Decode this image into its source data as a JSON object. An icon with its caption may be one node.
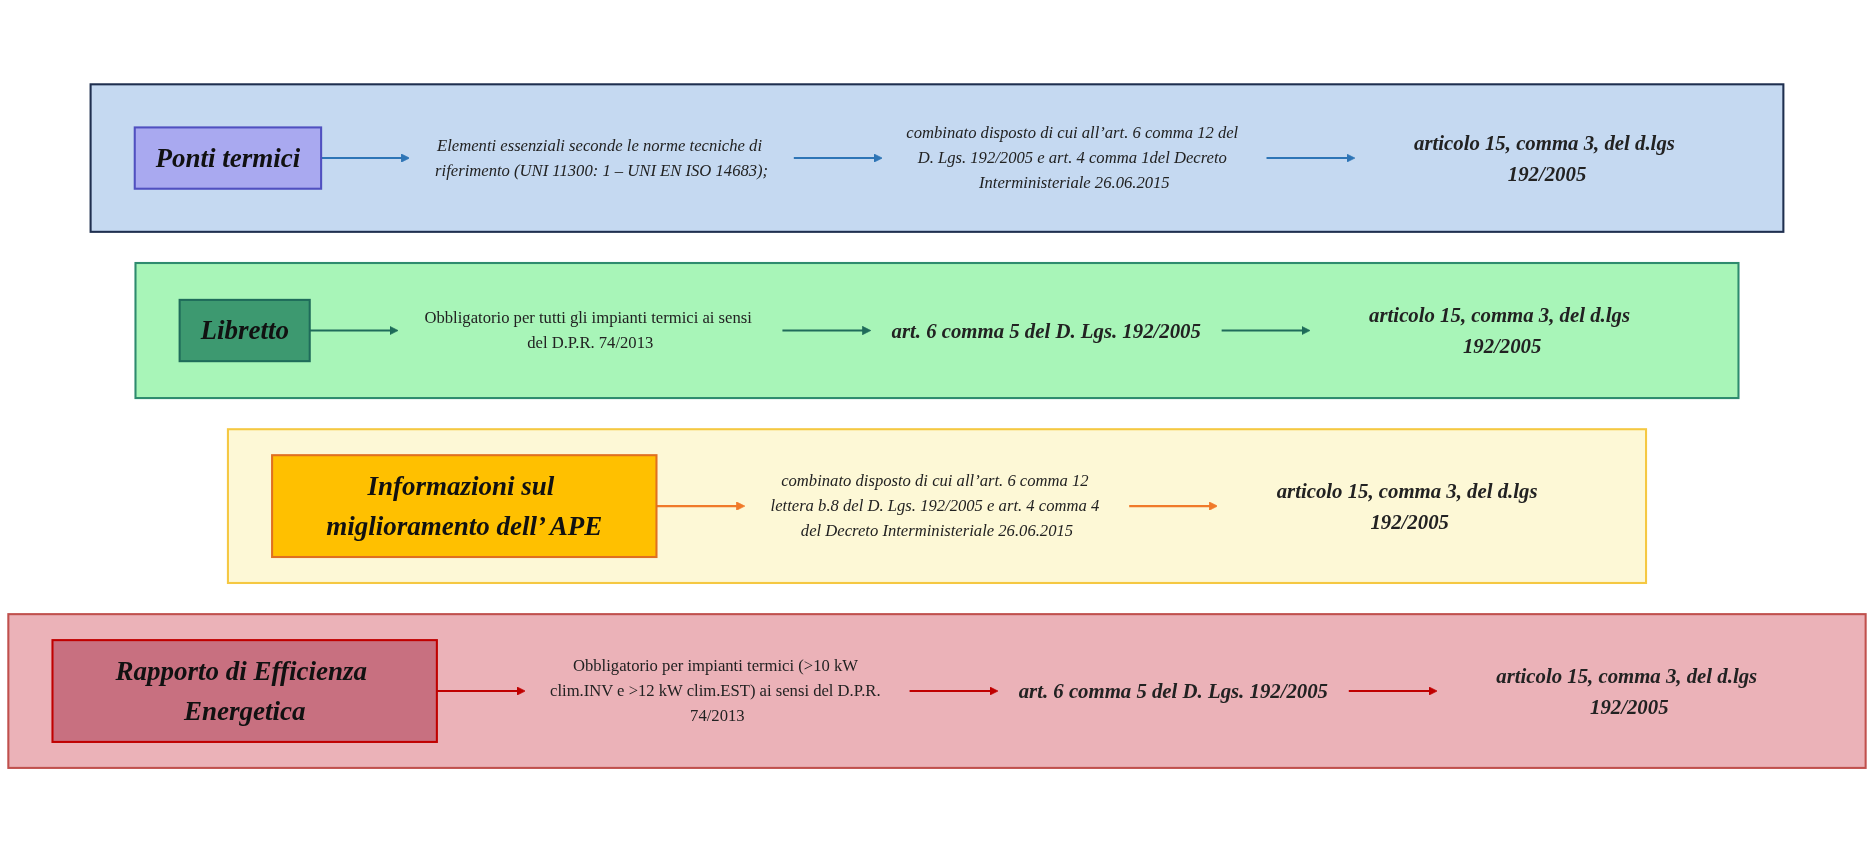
{
  "diagram": {
    "nodes": [
      {
        "text": [],
        "shape": "box"
      },
      {
        "text": [
          "Ponti termici"
        ],
        "in": 0
      },
      {
        "text": [
          "Elementi essenziali seconde le norme tecniche di riferimento (UNI 11300: 1 – UNI EN ISO 14683);"
        ],
        "in": 0
      },
      {
        "text": [
          "combinato disposto di cui all’art. 6 comma 12 del D. Lgs. 192/2005 e art. 4 comma 1del Decreto Interministeriale 26.06.2015"
        ],
        "in": 0
      },
      {
        "text": [
          "articolo 15, comma 3, del d.lgs 192/2005"
        ],
        "in": 0
      },
      {
        "text": [],
        "shape": "box"
      },
      {
        "text": [
          "Libretto"
        ],
        "in": 5
      },
      {
        "text": [
          "Obbligatorio per tutti gli impianti termici ai sensi del D.P.R. 74/2013"
        ],
        "in": 5
      },
      {
        "text": [
          "art. 6 comma 5 del D. Lgs. 192/2005"
        ],
        "in": 5
      },
      {
        "text": [
          "articolo 15, comma 3, del d.lgs 192/2005"
        ],
        "in": 5
      },
      {
        "text": [],
        "shape": "box"
      },
      {
        "text": [
          "Informazioni sul miglioramento dell’ APE"
        ],
        "in": 10
      },
      {
        "text": [
          "combinato disposto di cui all’art. 6 comma 12 lettera b.8 del D. Lgs. 192/2005 e art. 4 comma 4 del Decreto Interministeriale 26.06.2015"
        ],
        "in": 10
      },
      {
        "text": [
          "articolo 15, comma 3, del d.lgs 192/2005"
        ],
        "in": 10
      },
      {
        "text": [],
        "shape": "box"
      },
      {
        "text": [
          "Rapporto di Efficienza Energetica"
        ],
        "in": 14
      },
      {
        "text": [
          "Obbligatorio per impianti termici (>10 kW clim.INV e >12 kW clim.EST) ai sensi del D.P.R. 74/2013"
        ],
        "in": 14
      },
      {
        "text": [
          "art. 6 comma 5 del D. Lgs. 192/2005"
        ],
        "in": 14
      },
      {
        "text": [
          "articolo 15, comma 3, del d.lgs 192/2005"
        ],
        "in": 14
      }
    ],
    "edges": [
      {
        "from": 1,
        "to": 2,
        "arrow": "to",
        "color": "#2e75b6"
      },
      {
        "from": 2,
        "to": 3,
        "arrow": "to",
        "color": "#2e75b6"
      },
      {
        "from": 3,
        "to": 4,
        "arrow": "to",
        "color": "#2e75b6"
      },
      {
        "from": 6,
        "to": 7,
        "arrow": "to",
        "color": "#1f6b5a"
      },
      {
        "from": 7,
        "to": 8,
        "arrow": "to",
        "color": "#1f6b5a"
      },
      {
        "from": 8,
        "to": 9,
        "arrow": "to",
        "color": "#1f6b5a"
      },
      {
        "from": 11,
        "to": 12,
        "arrow": "to",
        "color": "#f07a2a"
      },
      {
        "from": 12,
        "to": 13,
        "arrow": "to",
        "color": "#f07a2a"
      },
      {
        "from": 15,
        "to": 16,
        "arrow": "to",
        "color": "#c00000"
      },
      {
        "from": 16,
        "to": 17,
        "arrow": "to",
        "color": "#c00000"
      },
      {
        "from": 17,
        "to": 18,
        "arrow": "to",
        "color": "#c00000"
      }
    ]
  }
}
